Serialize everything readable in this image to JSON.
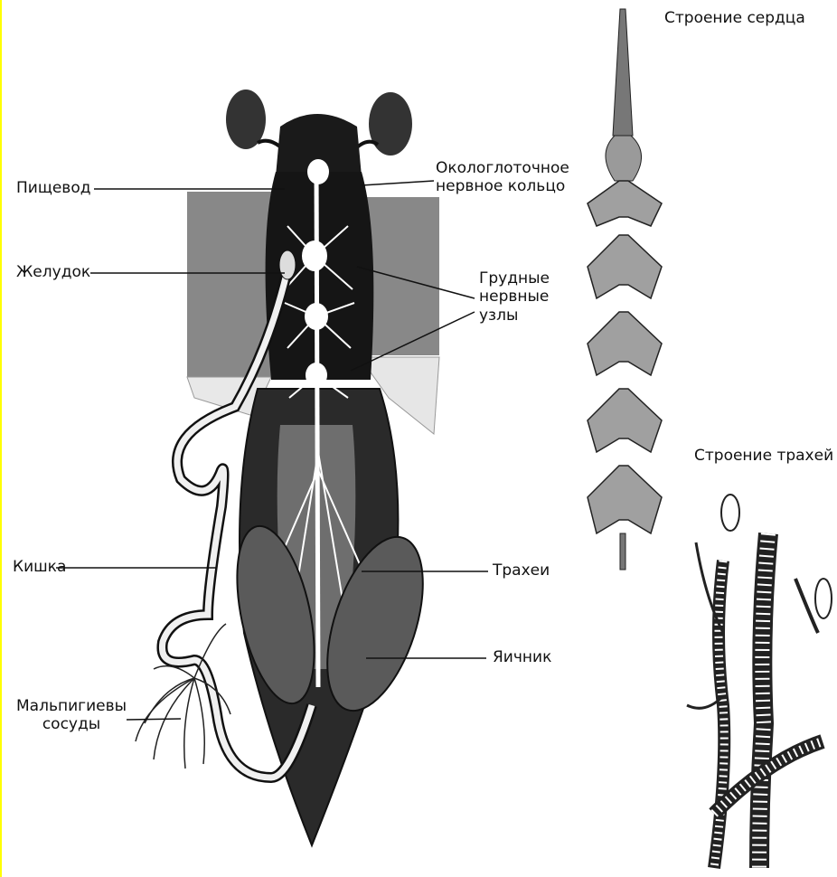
{
  "titles": {
    "heart": "Строение сердца",
    "trachea": "Строение трахей"
  },
  "labels": {
    "esophagus": "Пищевод",
    "stomach": "Желудок",
    "intestine": "Кишка",
    "malpighian": "Мальпигиевы\nсосуды",
    "nerve_ring": "Окологлоточное\nнервное кольцо",
    "thoracic_ganglia": "Грудные\nнервные\nузлы",
    "tracheae": "Трахеи",
    "ovary": "Яичник"
  },
  "colors": {
    "muscle": "#8b8b8b",
    "body_dark": "#1a1a1a",
    "line": "#111111",
    "heart_fill": "#9a9a9a",
    "accent_edge": "#ffff00"
  }
}
